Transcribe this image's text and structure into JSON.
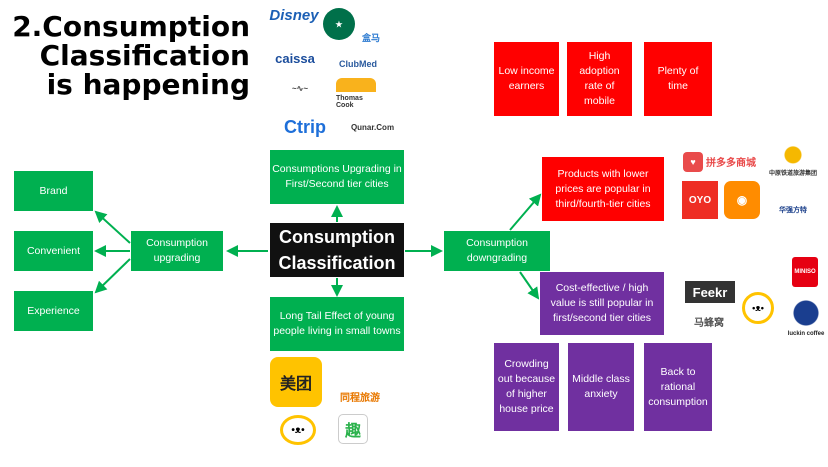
{
  "title": {
    "line1": "2.Consumption",
    "line2": "Classification",
    "line3": "is happening"
  },
  "center": {
    "label": "Consumption Classification"
  },
  "upgrading": {
    "label": "Consumption upgrading",
    "items": [
      "Brand",
      "Convenient",
      "Experience"
    ],
    "top": "Consumptions Upgrading in First/Second tier cities",
    "bottom": "Long Tail Effect of young people living in small towns"
  },
  "downgrading": {
    "label": "Consumption downgrading",
    "drivers": [
      "Low income earners",
      "High adoption rate of mobile",
      "Plenty of time"
    ],
    "lower_price": "Products with lower prices are popular in third/fourth-tier cities",
    "cost_effective": "Cost-effective / high value is still popular in first/second tier cities",
    "reasons": [
      "Crowding out because of higher house price",
      "Middle class anxiety",
      "Back to rational consumption"
    ]
  },
  "logos": {
    "upgrade_brands": [
      "Disney",
      "Starbucks",
      "盒马 鲜美生活",
      "caissa 凯撒旅游",
      "Club Med",
      "Unique Way",
      "Thomas Cook 托迈酷客",
      "Ctrip",
      "Qunar.Com"
    ],
    "small_town": [
      "美团",
      "同程旅游",
      "Pig",
      "趣"
    ],
    "lower_price": [
      "拼多多商城",
      "中原铁道旅游集团",
      "OYO 酒店",
      "快手",
      "华强方特 FANTAWILD"
    ],
    "cost_effective": [
      "Feekr",
      "马蜂窝",
      "Pig",
      "MINISO 名创优品",
      "luckin coffee"
    ]
  },
  "colors": {
    "green": "#00b050",
    "red": "#ff0000",
    "purple": "#7030a0"
  }
}
